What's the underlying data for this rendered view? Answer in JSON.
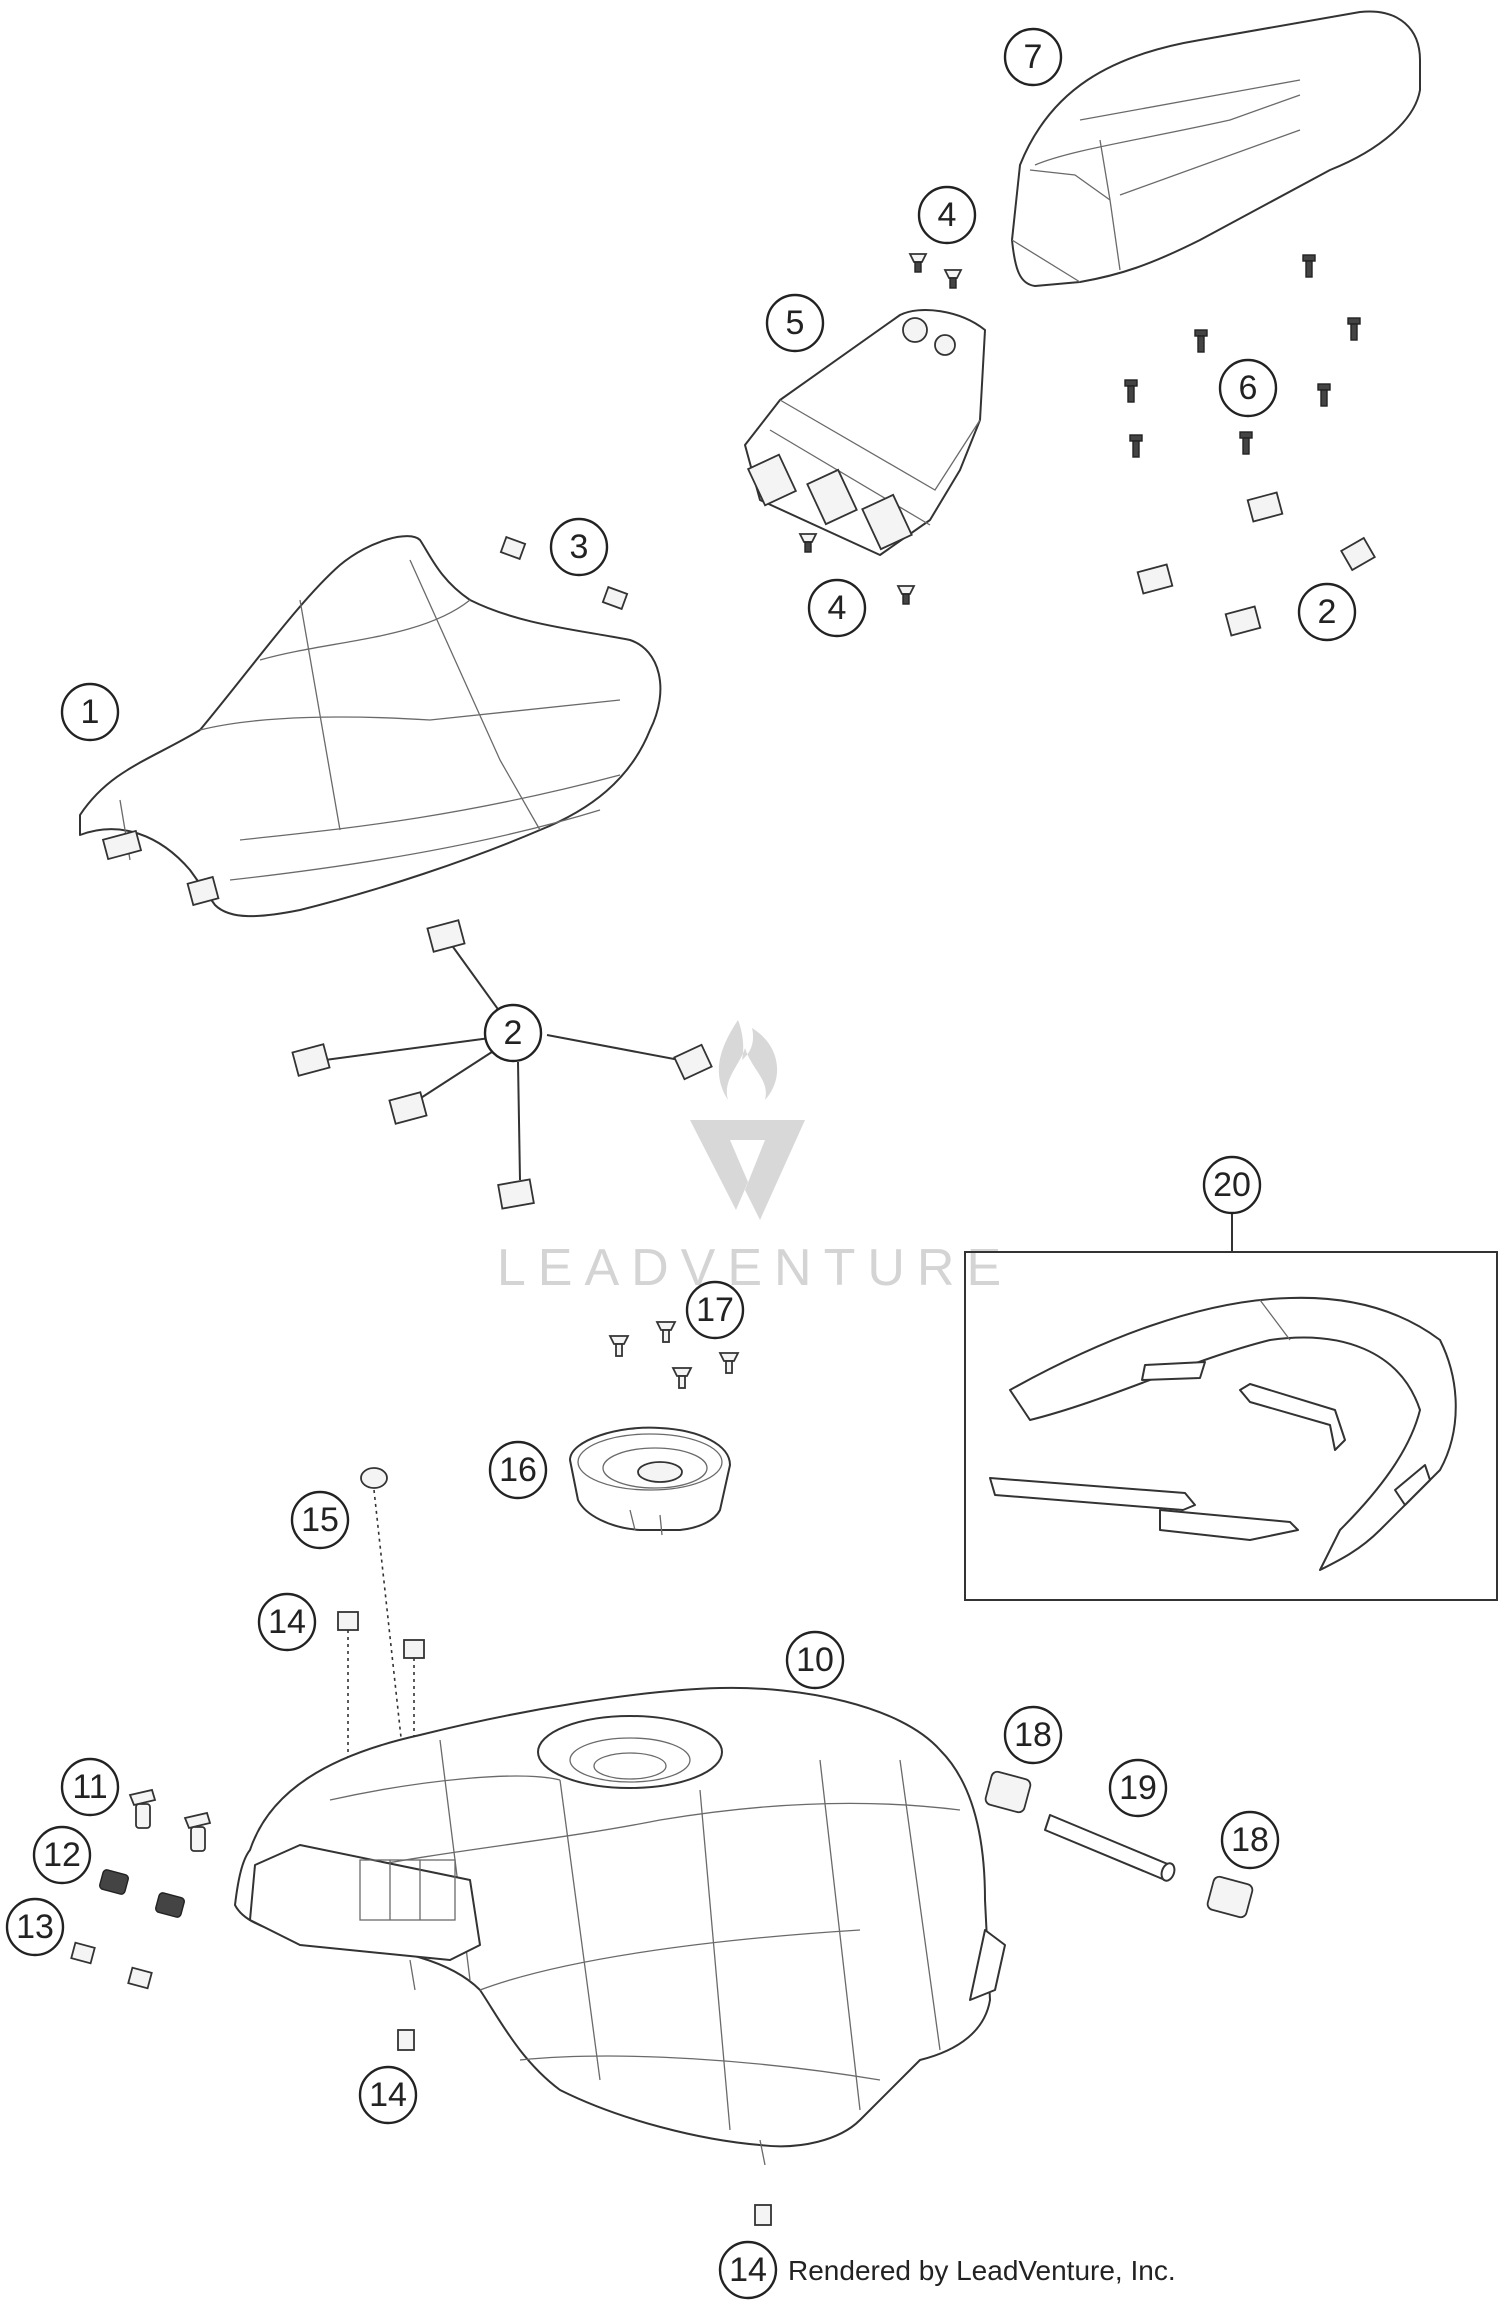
{
  "watermark": {
    "brand": "LEADVENTURE"
  },
  "credit": "Rendered by LeadVenture, Inc.",
  "callouts": [
    "1",
    "2",
    "2",
    "3",
    "4",
    "4",
    "5",
    "6",
    "7",
    "10",
    "11",
    "12",
    "13",
    "14",
    "14",
    "14",
    "15",
    "16",
    "17",
    "18",
    "18",
    "19",
    "20"
  ]
}
